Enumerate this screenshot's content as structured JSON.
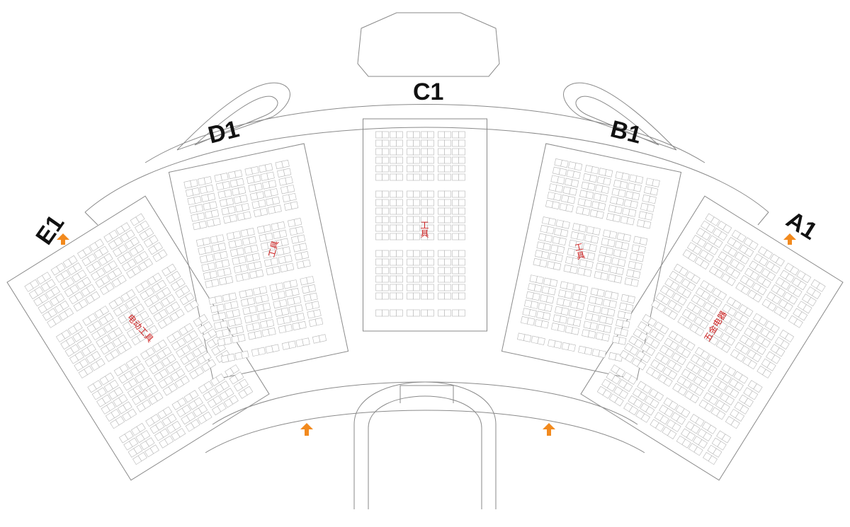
{
  "halls": {
    "a1": "A1",
    "b1": "B1",
    "c1": "C1",
    "d1": "D1",
    "e1": "E1"
  },
  "zones": {
    "d1": "工具",
    "c1": "工具",
    "b1": "工具",
    "e1": "电动工具",
    "a1": "五金电器"
  },
  "colors": {
    "outline": "#8a8a8a",
    "booth": "#b5b5b5",
    "hall_label": "#111111",
    "zone_label": "#cc1f1f",
    "arrow": "#f28a1e"
  },
  "icons": {
    "entrance": "orange-arrow-icon"
  }
}
